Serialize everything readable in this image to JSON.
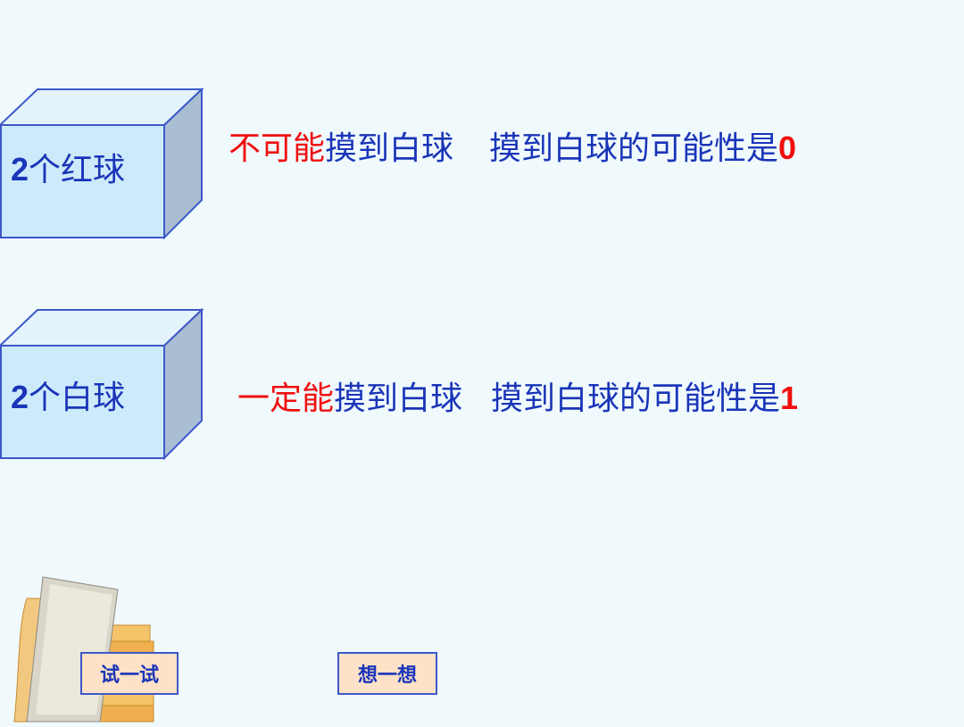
{
  "boxes": [
    {
      "count": "2",
      "label": "个红球"
    },
    {
      "count": "2",
      "label": "个白球"
    }
  ],
  "rows": [
    {
      "lead": "不可能",
      "verb": "摸到白球",
      "statement": "摸到白球的可能性是",
      "value": "0"
    },
    {
      "lead": "一定能",
      "verb": "摸到白球",
      "statement": "摸到白球的可能性是",
      "value": "1"
    }
  ],
  "buttons": {
    "try": "试一试",
    "think": "想一想"
  },
  "colors": {
    "text_blue": "#1a35b8",
    "accent_red": "#f01010",
    "box_front": "#cdeafb",
    "box_side": "#a9bed2",
    "button_fill": "#fde2c8"
  },
  "icons": {
    "book": "book-stack-icon"
  }
}
